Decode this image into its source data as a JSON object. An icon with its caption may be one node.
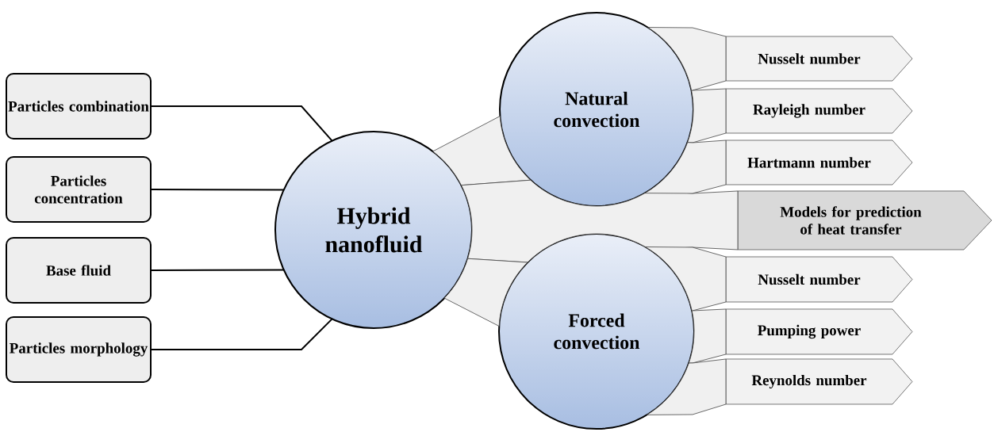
{
  "diagram": {
    "nodes": [
      {
        "text": [
          "Particles combination"
        ]
      },
      {
        "text": [
          "Particles concentration"
        ]
      },
      {
        "text": [
          "Base fluid"
        ]
      },
      {
        "text": [
          "Particles morphology"
        ]
      },
      {
        "text": [
          "Hybrid nanofluid"
        ]
      },
      {
        "text": [
          "Natural convection"
        ]
      },
      {
        "text": [
          "Forced convection"
        ]
      },
      {
        "text": [
          "Nusselt number"
        ]
      },
      {
        "text": [
          "Rayleigh number"
        ]
      },
      {
        "text": [
          "Hartmann number"
        ]
      },
      {
        "text": [
          "Models for prediction of heat transfer"
        ]
      },
      {
        "text": [
          "Nusselt number"
        ]
      },
      {
        "text": [
          "Pumping power"
        ]
      },
      {
        "text": [
          "Reynolds number"
        ]
      }
    ],
    "edges": [
      {
        "from": 0,
        "to": 4,
        "arrow": "none"
      },
      {
        "from": 1,
        "to": 4,
        "arrow": "none"
      },
      {
        "from": 2,
        "to": 4,
        "arrow": "none"
      },
      {
        "from": 3,
        "to": 4,
        "arrow": "none"
      },
      {
        "from": 4,
        "to": 5,
        "arrow": "none"
      },
      {
        "from": 4,
        "to": 10,
        "arrow": "none"
      },
      {
        "from": 4,
        "to": 6,
        "arrow": "none"
      },
      {
        "from": 5,
        "to": 7,
        "arrow": "none"
      },
      {
        "from": 5,
        "to": 8,
        "arrow": "none"
      },
      {
        "from": 5,
        "to": 9,
        "arrow": "none"
      },
      {
        "from": 6,
        "to": 11,
        "arrow": "none"
      },
      {
        "from": 6,
        "to": 12,
        "arrow": "none"
      },
      {
        "from": 6,
        "to": 13,
        "arrow": "none"
      }
    ]
  }
}
